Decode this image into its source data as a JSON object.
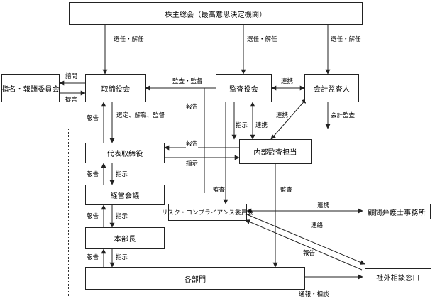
{
  "boxes": {
    "shareholders": "株主総会（最高意思決定機関）",
    "nomination": "指名・報酬委員会",
    "board": "取締役会",
    "auditors": "監査役会",
    "accounting_auditor": "会計監査人",
    "ceo": "代表取締役",
    "internal_audit": "内部監査担当",
    "management_council": "経営会議",
    "compliance_committee": "リスク・コンプライアンス委員会",
    "legal_advisor": "顧問弁護士事務所",
    "division_heads": "本部長",
    "departments": "各部門",
    "external_hotline": "社外相談窓口"
  },
  "labels": {
    "elect1": "選任・解任",
    "elect2": "選任・解任",
    "elect3": "選任・解任",
    "inquiry": "諮問",
    "proposal": "提言",
    "audit_supervise": "監査・監督",
    "cooperate1": "連携",
    "report1": "報告",
    "appoint_dismiss_supervise": "選定、解職、監督",
    "report2": "報告",
    "instruct1": "指示",
    "cooperate2": "連携",
    "accounting_audit": "会計監査",
    "report3": "報告",
    "instruct2": "指示",
    "report4": "報告",
    "instruct3": "指示",
    "audit1": "監査",
    "audit2": "監査",
    "report5": "報告",
    "instruct4": "指示",
    "cooperate3": "連携",
    "liaison": "連絡",
    "report6": "報告",
    "report7": "報告",
    "instruct5": "指示",
    "whistleblow": "通報・相談"
  }
}
